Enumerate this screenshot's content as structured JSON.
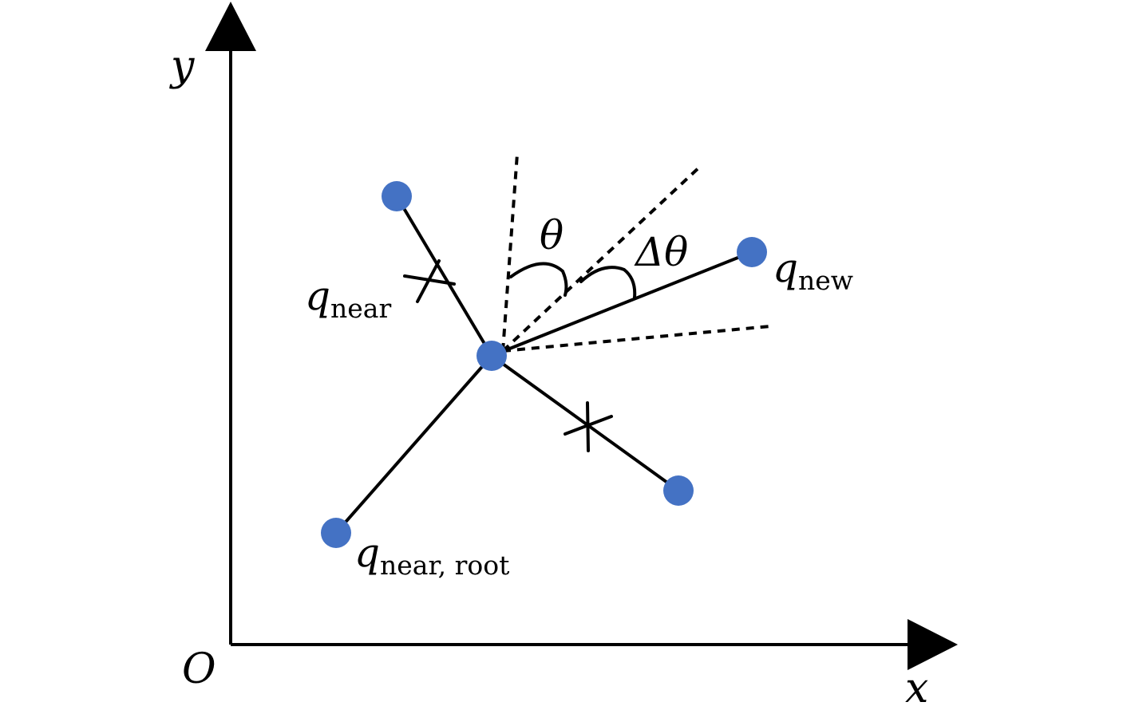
{
  "axes": {
    "x_label": "x",
    "y_label": "y",
    "origin_label": "O"
  },
  "angles": {
    "theta": "θ",
    "delta_theta": "Δθ"
  },
  "nodes": {
    "q_new": {
      "main": "q",
      "sub": "new"
    },
    "q_near": {
      "main": "q",
      "sub": "near"
    },
    "q_near_root": {
      "main": "q",
      "sub": "near, root"
    }
  },
  "colors": {
    "node": "#4472c4",
    "line": "#000000"
  }
}
